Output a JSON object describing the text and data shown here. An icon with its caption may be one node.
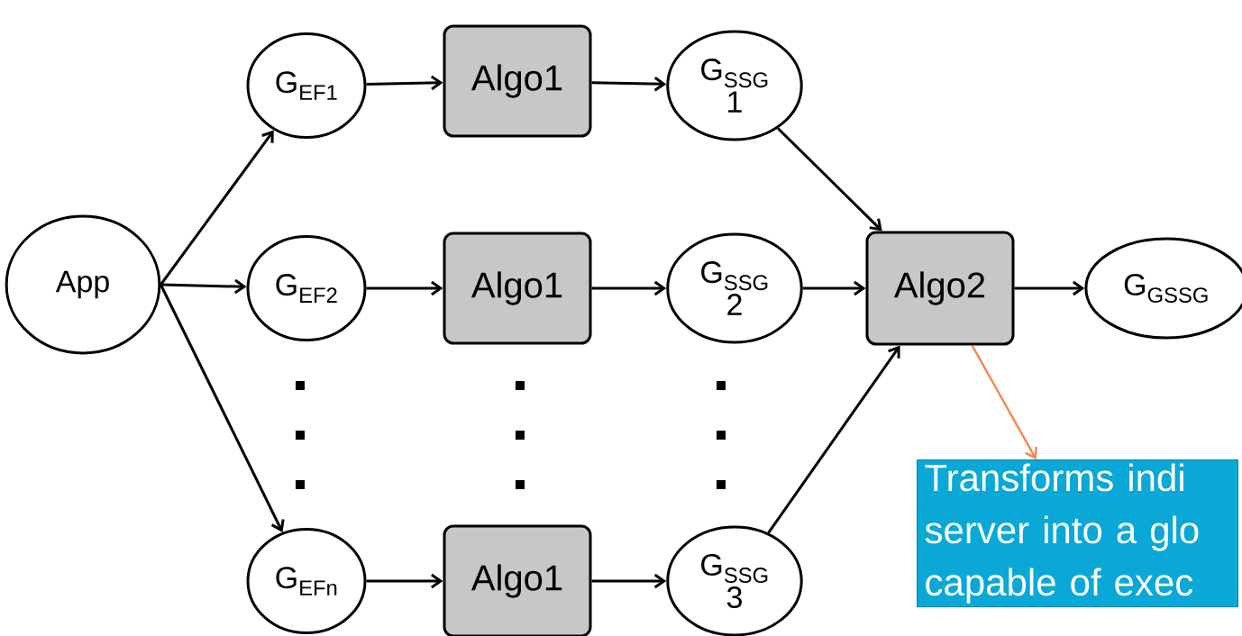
{
  "diagram": {
    "nodes": [
      {
        "text": [
          "App"
        ]
      },
      {
        "text": [
          "G$_{EF1}$"
        ]
      },
      {
        "text": [
          "Algo1"
        ]
      },
      {
        "text": [
          "G$_{SSG}$ 1"
        ]
      },
      {
        "text": [
          "G$_{EF2}$"
        ]
      },
      {
        "text": [
          "Algo1"
        ]
      },
      {
        "text": [
          "G$_{SSG}$ 2"
        ]
      },
      {
        "text": [
          "G$_{EFn}$"
        ]
      },
      {
        "text": [
          "Algo1"
        ]
      },
      {
        "text": [
          "G$_{SSG}$ 3"
        ]
      },
      {
        "text": [
          "Algo2"
        ]
      },
      {
        "text": [
          "G$_{GSSG}$"
        ]
      },
      {
        "text": [
          "Transforms indi server into a glo capable of exec"
        ]
      }
    ],
    "edges": [
      {
        "from": 0,
        "to": 1,
        "arrow": "to"
      },
      {
        "from": 0,
        "to": 4,
        "arrow": "to"
      },
      {
        "from": 0,
        "to": 7,
        "arrow": "to"
      },
      {
        "from": 1,
        "to": 2,
        "arrow": "to"
      },
      {
        "from": 2,
        "to": 3,
        "arrow": "to"
      },
      {
        "from": 4,
        "to": 5,
        "arrow": "to"
      },
      {
        "from": 5,
        "to": 6,
        "arrow": "to"
      },
      {
        "from": 7,
        "to": 8,
        "arrow": "to"
      },
      {
        "from": 8,
        "to": 9,
        "arrow": "to"
      },
      {
        "from": 3,
        "to": 10,
        "arrow": "to"
      },
      {
        "from": 6,
        "to": 10,
        "arrow": "to"
      },
      {
        "from": 9,
        "to": 10,
        "arrow": "to"
      },
      {
        "from": 10,
        "to": 11,
        "arrow": "to"
      },
      {
        "from": 10,
        "to": 12,
        "arrow": "to",
        "color": "#f4874b"
      }
    ]
  }
}
